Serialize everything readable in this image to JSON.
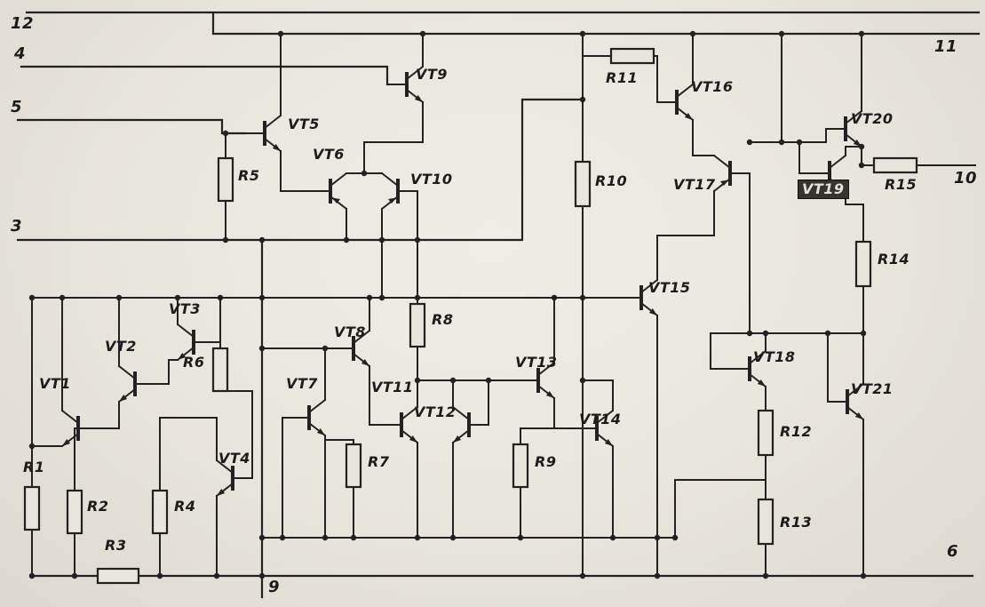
{
  "colors": {
    "paper": "#e8e5dd",
    "ink": "#222222"
  },
  "pins": {
    "p3": "3",
    "p4": "4",
    "p5": "5",
    "p6": "6",
    "p9": "9",
    "p10": "10",
    "p11": "11",
    "p12": "12"
  },
  "transistors": {
    "vt1": "VT1",
    "vt2": "VT2",
    "vt3": "VT3",
    "vt4": "VT4",
    "vt5": "VT5",
    "vt6": "VT6",
    "vt7": "VT7",
    "vt8": "VT8",
    "vt9": "VT9",
    "vt10": "VT10",
    "vt11": "VT11",
    "vt12": "VT12",
    "vt13": "VT13",
    "vt14": "VT14",
    "vt15": "VT15",
    "vt16": "VT16",
    "vt17": "VT17",
    "vt18": "VT18",
    "vt19": "VT19",
    "vt20": "VT20",
    "vt21": "VT21"
  },
  "resistors": {
    "r1": "R1",
    "r2": "R2",
    "r3": "R3",
    "r4": "R4",
    "r5": "R5",
    "r6": "R6",
    "r7": "R7",
    "r8": "R8",
    "r9": "R9",
    "r10": "R10",
    "r11": "R11",
    "r12": "R12",
    "r13": "R13",
    "r14": "R14",
    "r15": "R15"
  }
}
